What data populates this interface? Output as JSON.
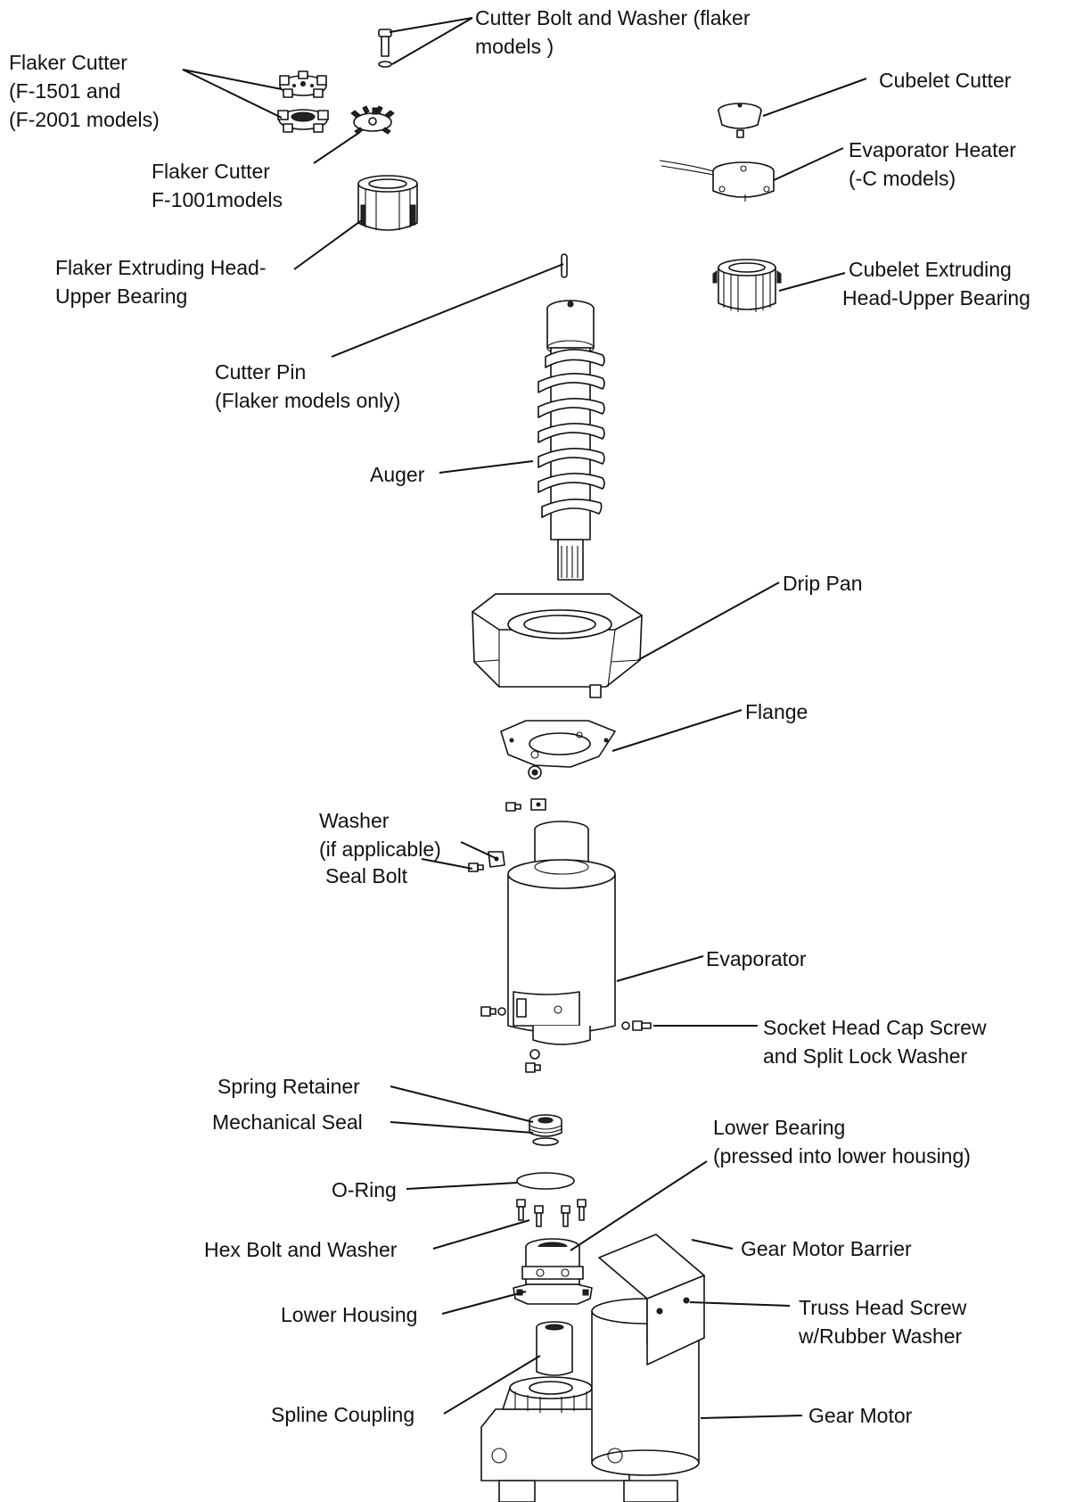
{
  "labels": {
    "cutter_bolt_washer": [
      "Cutter Bolt and Washer (flaker",
      "models )"
    ],
    "flaker_cutter_1501": [
      "Flaker Cutter",
      "(F-1501 and",
      "(F-2001 models)"
    ],
    "flaker_cutter_1001": [
      "Flaker Cutter",
      "F-1001models"
    ],
    "flaker_extruding_head": [
      "Flaker Extruding Head-",
      "Upper Bearing"
    ],
    "cutter_pin": [
      "Cutter Pin",
      "(Flaker models only)"
    ],
    "auger": [
      "Auger"
    ],
    "cubelet_cutter": [
      "Cubelet Cutter"
    ],
    "evaporator_heater": [
      "Evaporator Heater",
      "(-C models)"
    ],
    "cubelet_extruding_head": [
      "Cubelet Extruding",
      "Head-Upper Bearing"
    ],
    "drip_pan": [
      "Drip Pan"
    ],
    "flange": [
      "Flange"
    ],
    "washer": [
      "Washer",
      "(if applicable)"
    ],
    "seal_bolt": [
      "Seal Bolt"
    ],
    "evaporator": [
      "Evaporator"
    ],
    "socket_head_cap_screw": [
      "Socket Head Cap Screw",
      "and Split Lock Washer"
    ],
    "spring_retainer": [
      "Spring Retainer"
    ],
    "mechanical_seal": [
      "Mechanical Seal"
    ],
    "o_ring": [
      "O-Ring"
    ],
    "hex_bolt_washer": [
      "Hex Bolt and Washer"
    ],
    "lower_bearing": [
      "Lower Bearing",
      "(pressed into lower housing)"
    ],
    "gear_motor_barrier": [
      "Gear Motor Barrier"
    ],
    "truss_head_screw": [
      "Truss Head Screw",
      "w/Rubber Washer"
    ],
    "lower_housing": [
      "Lower Housing"
    ],
    "spline_coupling": [
      "Spline Coupling"
    ],
    "gear_motor": [
      "Gear Motor"
    ]
  }
}
